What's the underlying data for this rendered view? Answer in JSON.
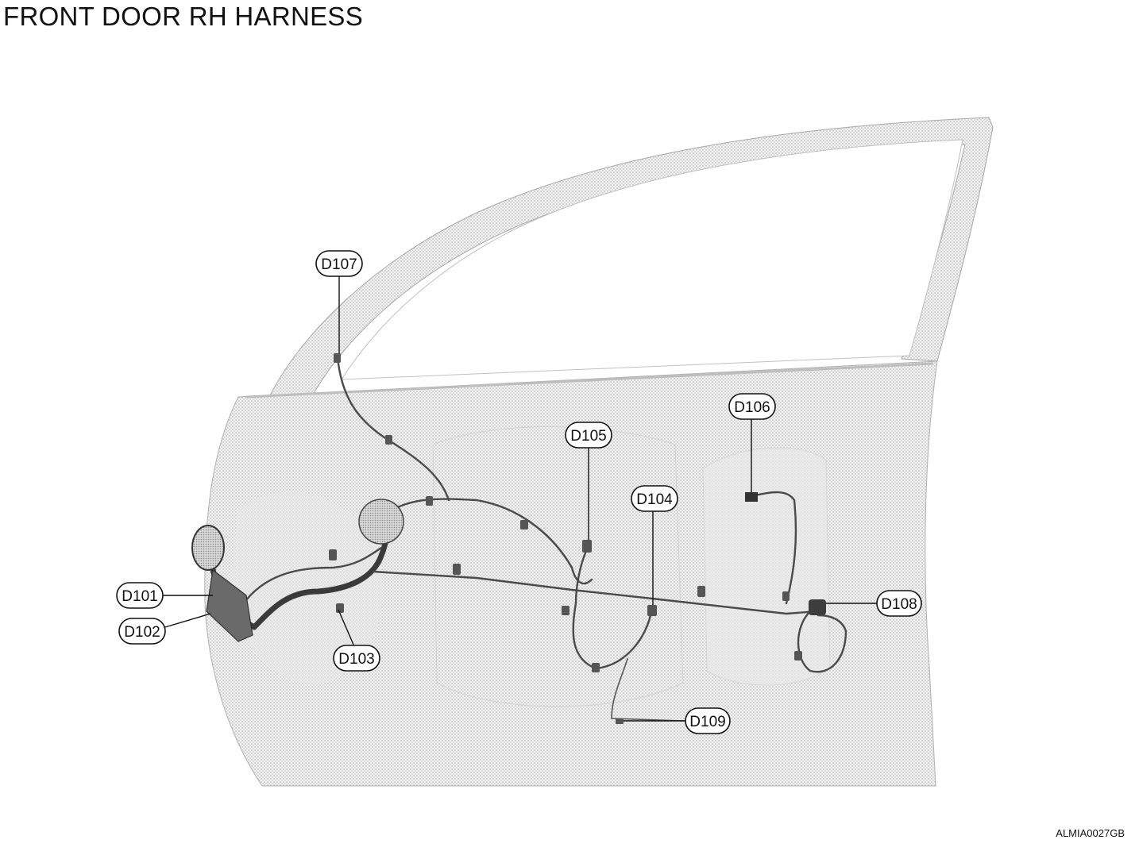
{
  "title": "FRONT DOOR RH HARNESS",
  "figure_code": "ALMIA0027GB",
  "connectors": [
    {
      "id": "D101",
      "label": "D101"
    },
    {
      "id": "D102",
      "label": "D102"
    },
    {
      "id": "D103",
      "label": "D103"
    },
    {
      "id": "D104",
      "label": "D104"
    },
    {
      "id": "D105",
      "label": "D105"
    },
    {
      "id": "D106",
      "label": "D106"
    },
    {
      "id": "D107",
      "label": "D107"
    },
    {
      "id": "D108",
      "label": "D108"
    },
    {
      "id": "D109",
      "label": "D109"
    }
  ]
}
